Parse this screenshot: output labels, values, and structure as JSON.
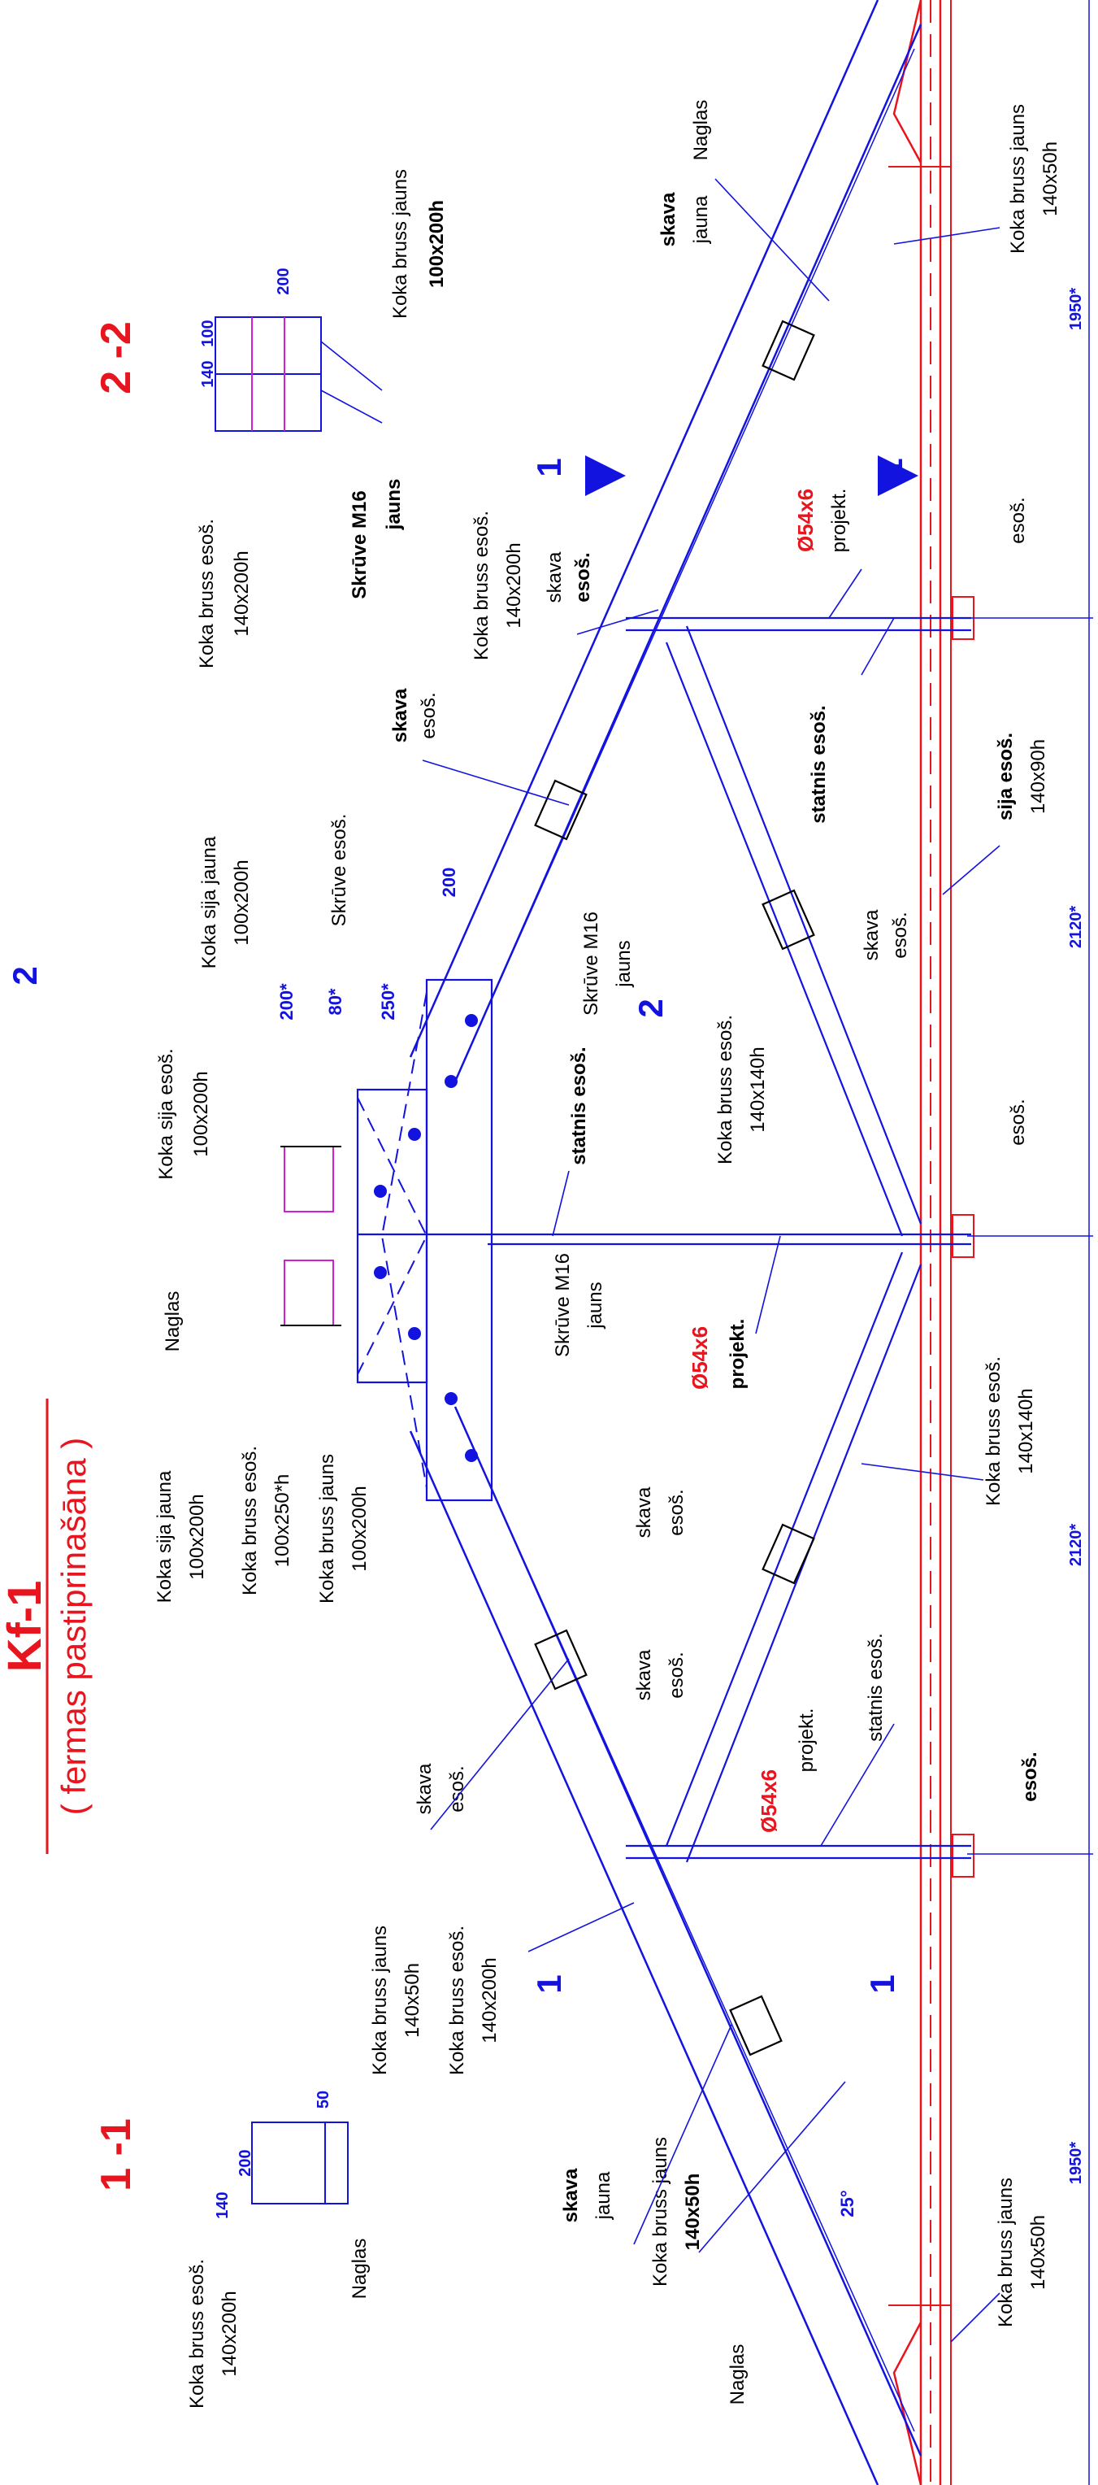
{
  "title": {
    "main": "Kf-1",
    "sub": "( fermas pastiprinašāna )"
  },
  "sections": {
    "s11": "1 -1",
    "s22": "2 -2",
    "cut1": "1",
    "cut2": "2"
  },
  "dims": {
    "d1950": "1950*",
    "d2120": "2120*",
    "d200": "200",
    "d50": "50",
    "d140": "140",
    "d100": "100",
    "d250": "250*",
    "d80": "80*",
    "d200s": "200*",
    "angle": "25°"
  },
  "labels": {
    "koka_bruss_esos": "Koka bruss esoš.",
    "koka_bruss_jauns": "Koka bruss jauns",
    "koka_sija_jauna": "Koka sija jauna",
    "koka_sija_esos": "Koka sija esoš.",
    "skruve_m16": "Skrūve M16",
    "skruve_esos": "Skrūve  esoš.",
    "jauns": "jauns",
    "naglas": "Naglas",
    "skava": "skava",
    "esos": "esoš.",
    "jauna": "jauna",
    "statnis_esos": "statnis esoš.",
    "sija_esos": "sija esoš.",
    "projekt": "projekt.",
    "pipe": "Ø54x6",
    "s140x200h": "140x200h",
    "s140x50h": "140x50h",
    "s140x140h": "140x140h",
    "s100x200h": "100x200h",
    "s100x250h": "100x250*h",
    "s140x90h": "140x90h"
  },
  "colors": {
    "blue": "#1313e0",
    "red": "#e8141e",
    "magenta": "#d21ed2",
    "grey": "#9a9a9a",
    "black": "#000000"
  }
}
